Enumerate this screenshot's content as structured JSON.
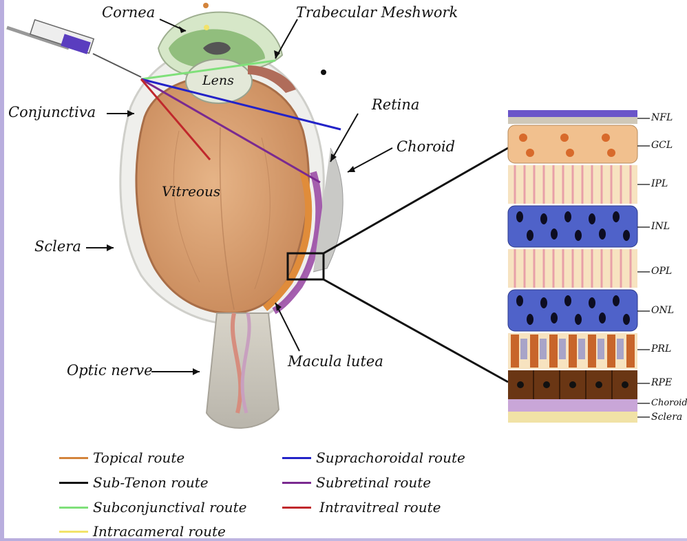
{
  "eye_labels": {
    "cornea": "Cornea",
    "trabecular": "Trabecular Meshwork",
    "lens": "Lens",
    "conjunctiva": "Conjunctiva",
    "retina": "Retina",
    "choroid": "Choroid",
    "vitreous": "Vitreous",
    "sclera": "Sclera",
    "optic_nerve": "Optic nerve",
    "macula": "Macula lutea"
  },
  "layers": [
    "NFL",
    "GCL",
    "IPL",
    "INL",
    "OPL",
    "ONL",
    "PRL",
    "RPE",
    "Choroid",
    "Sclera"
  ],
  "legend": [
    {
      "label": "Topical route",
      "color": "#d3843c"
    },
    {
      "label": "Suprachoroidal route",
      "color": "#2323c8"
    },
    {
      "label": "Sub-Tenon route",
      "color": "#111111"
    },
    {
      "label": "Subretinal route",
      "color": "#7a2a90"
    },
    {
      "label": "Subconjunctival route",
      "color": "#7fe07a"
    },
    {
      "label": "Intravitreal route",
      "color": "#c0282c"
    },
    {
      "label": "Intracameral route",
      "color": "#f2e36a"
    }
  ]
}
